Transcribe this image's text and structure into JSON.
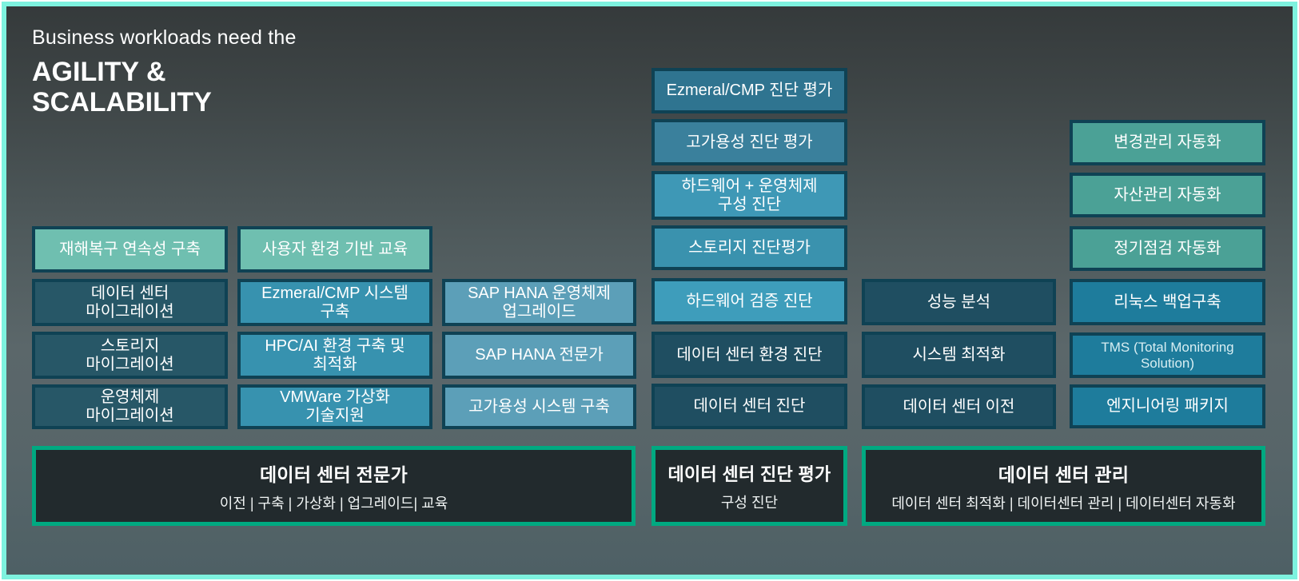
{
  "slide": {
    "intro": "Business workloads need the",
    "headline": "AGILITY &\nSCALABILITY"
  },
  "palette": {
    "frame_border": "#7EF2DF",
    "box_border": "#0F4254",
    "mint": "#6FBFB0",
    "dark_teal": "#275767",
    "darker_teal": "#1F4E61",
    "medium_blue": "#3792AF",
    "steel_blue": "#5C9FB8",
    "green": "#4BA196",
    "bright_blue": "#1E7C9C",
    "band_fill": "#222A2D",
    "band_border": "#00A981",
    "background_top": "#353a3b",
    "background_bottom": "#4e6065"
  },
  "columns": {
    "col1": {
      "boxes": [
        "재해복구 연속성 구축",
        "데이터 센터\n마이그레이션",
        "스토리지\n마이그레이션",
        "운영체제\n마이그레이션"
      ]
    },
    "col2": {
      "boxes": [
        "사용자 환경 기반 교육",
        "Ezmeral/CMP 시스템\n구축",
        "HPC/AI 환경 구축 및\n최적화",
        "VMWare 가상화\n기술지원"
      ]
    },
    "col3": {
      "boxes": [
        "SAP HANA 운영체제\n업그레이드",
        "SAP HANA 전문가",
        "고가용성 시스템 구축"
      ]
    },
    "col4": {
      "boxes": [
        "Ezmeral/CMP 진단 평가",
        "고가용성 진단 평가",
        "하드웨어 + 운영체제\n구성 진단",
        "스토리지 진단평가",
        "하드웨어 검증 진단",
        "데이터 센터 환경 진단",
        "데이터 센터 진단"
      ]
    },
    "col5": {
      "boxes": [
        "성능 분석",
        "시스템 최적화",
        "데이터 센터 이전"
      ]
    },
    "col6": {
      "boxes": [
        "변경관리 자동화",
        "자산관리 자동화",
        "정기점검 자동화",
        "리눅스 백업구축",
        "TMS (Total Monitoring\nSolution)",
        "엔지니어링 패키지"
      ]
    }
  },
  "bands": [
    {
      "title": "데이터 센터 전문가",
      "subtitle": "이전 | 구축 | 가상화 | 업그레이드| 교육"
    },
    {
      "title": "데이터 센터 진단 평가",
      "subtitle": "구성 진단"
    },
    {
      "title": "데이터 센터 관리",
      "subtitle": "데이터 센터 최적화 |  데이터센터 관리 | 데이터센터 자동화"
    }
  ]
}
